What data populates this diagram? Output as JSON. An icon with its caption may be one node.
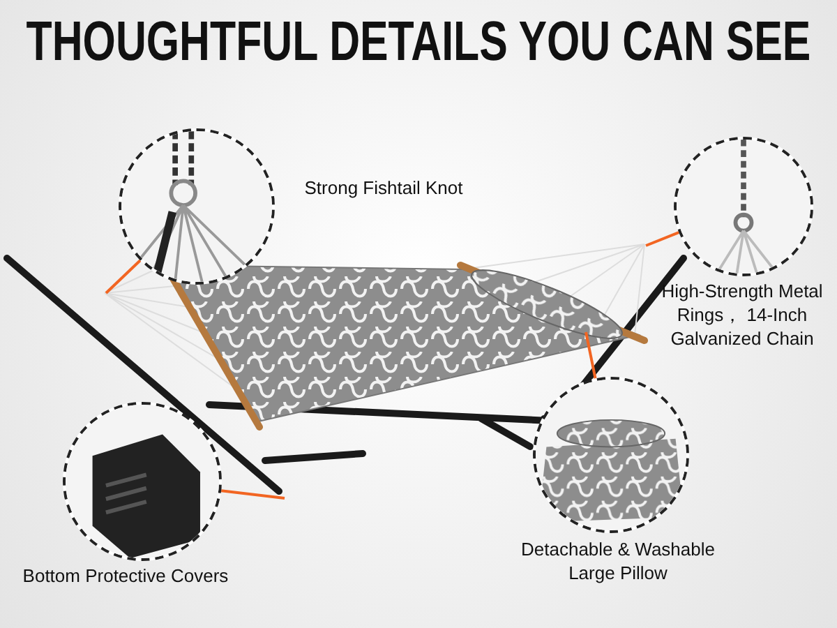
{
  "diagram": {
    "title": "THOUGHTFUL DETAILS YOU CAN SEE",
    "nodes": [
      {
        "text": [],
        "shape": "picture"
      },
      {
        "text": [],
        "shape": "picture",
        "beside": [
          "Strong Fishtail Knot"
        ]
      },
      {
        "text": [],
        "shape": "picture",
        "beside": [
          "High-Strength Metal Rings， 14-Inch Galvanized Chain"
        ]
      },
      {
        "text": [],
        "shape": "picture",
        "beside": [
          "Bottom Protective Covers"
        ]
      },
      {
        "text": [],
        "shape": "picture",
        "beside": [
          "Detachable & Washable Large Pillow"
        ]
      }
    ],
    "edges": [
      {
        "from": 1,
        "to": 0,
        "arrow": "none"
      },
      {
        "from": 2,
        "to": 0,
        "arrow": "none"
      },
      {
        "from": 3,
        "to": 0,
        "arrow": "none"
      },
      {
        "from": 4,
        "to": 0,
        "arrow": "none"
      }
    ]
  }
}
